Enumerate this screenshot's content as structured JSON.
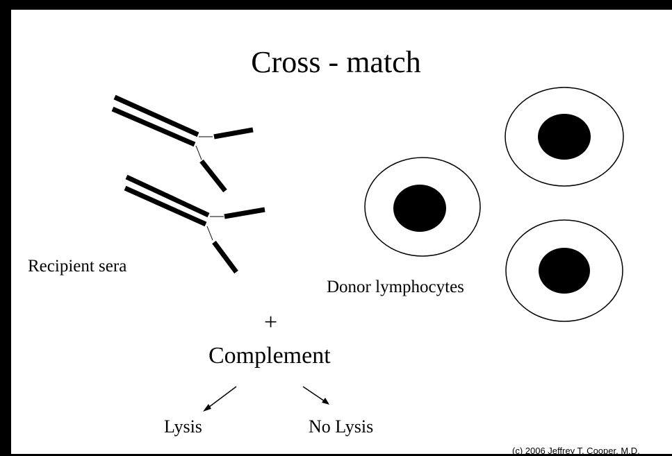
{
  "title": "Cross - match",
  "labels": {
    "recipient": "Recipient sera",
    "donor": "Donor lymphocytes",
    "plus": "+",
    "complement": "Complement",
    "lysis": "Lysis",
    "no_lysis": "No Lysis"
  },
  "credit": "(c) 2006 Jeffrey T. Cooper, M.D.",
  "colors": {
    "background": "#000000",
    "slide": "#ffffff",
    "ink": "#000000"
  },
  "icons": {
    "antibody": "antibody-icon",
    "cell": "lymphocyte-icon",
    "arrow": "arrow-icon"
  }
}
